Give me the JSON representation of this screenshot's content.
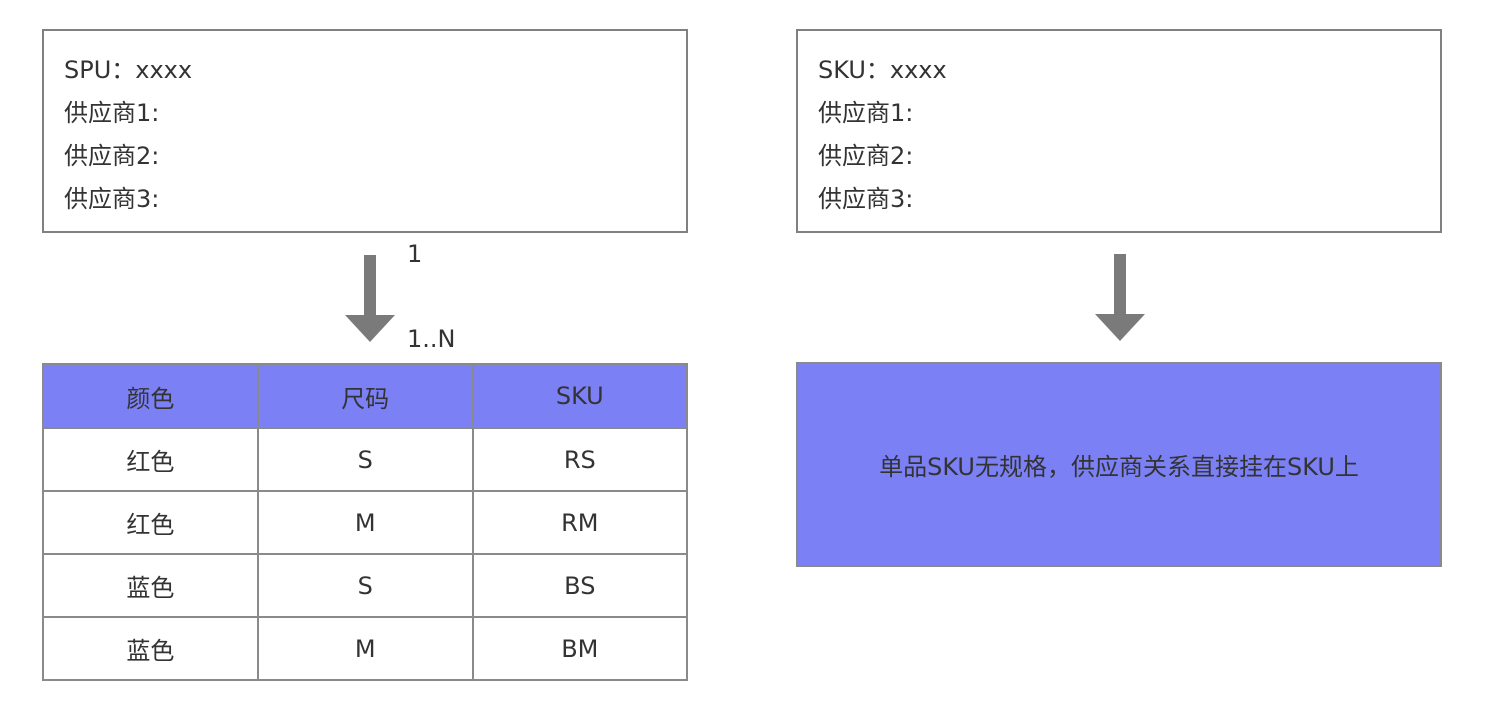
{
  "left": {
    "info_box": {
      "lines": [
        "SPU：xxxx",
        "供应商1:",
        "供应商2:",
        "供应商3:"
      ]
    },
    "arrow": {
      "top_label": "1",
      "bottom_label": "1..N",
      "color": "#7a7a7a"
    },
    "table": {
      "header_color": "#7b80f4",
      "headers": [
        "颜色",
        "尺码",
        "SKU"
      ],
      "rows": [
        [
          "红色",
          "S",
          "RS"
        ],
        [
          "红色",
          "M",
          "RM"
        ],
        [
          "蓝色",
          "S",
          "BS"
        ],
        [
          "蓝色",
          "M",
          "BM"
        ]
      ]
    }
  },
  "right": {
    "info_box": {
      "lines": [
        "SKU：xxxx",
        "供应商1:",
        "供应商2:",
        "供应商3:"
      ]
    },
    "arrow": {
      "color": "#7a7a7a"
    },
    "note": {
      "text": "单品SKU无规格，供应商关系直接挂在SKU上",
      "color": "#7b80f4"
    }
  }
}
